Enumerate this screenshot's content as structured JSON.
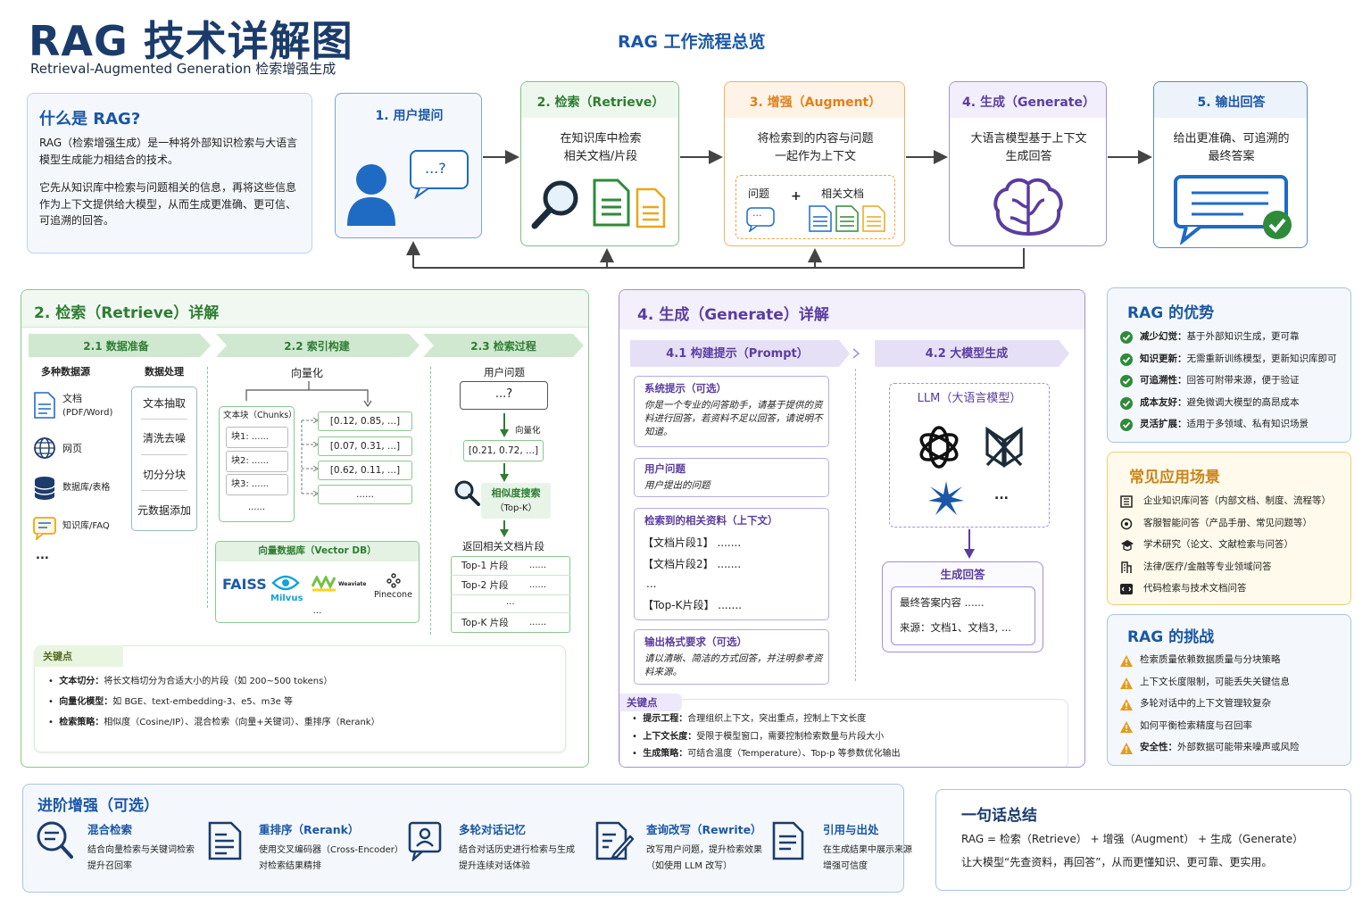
{
  "header": {
    "title": "RAG 技术详解图",
    "subtitle": "Retrieval-Augmented Generation 检索增强生成",
    "flow_title": "RAG 工作流程总览"
  },
  "what_is": {
    "title": "什么是 RAG?",
    "p1": "RAG（检索增强生成）是一种将外部知识检索与大语言模型生成能力相结合的技术。",
    "p2": "它先从知识库中检索与问题相关的信息，再将这些信息作为上下文提供给大模型，从而生成更准确、更可信、可追溯的回答。"
  },
  "flow": {
    "step1": {
      "title": "1. 用户提问",
      "bubble": "...?"
    },
    "step2": {
      "title": "2. 检索（Retrieve）",
      "desc1": "在知识库中检索",
      "desc2": "相关文档/片段"
    },
    "step3": {
      "title": "3. 增强（Augment）",
      "desc1": "将检索到的内容与问题",
      "desc2": "一起作为上下文",
      "q": "问题",
      "plus": "+",
      "docs": "相关文档",
      "bubble": "..."
    },
    "step4": {
      "title": "4. 生成（Generate）",
      "desc1": "大语言模型基于上下文",
      "desc2": "生成回答"
    },
    "step5": {
      "title": "5. 输出回答",
      "desc1": "给出更准确、可追溯的",
      "desc2": "最终答案"
    }
  },
  "retrieve": {
    "title": "2. 检索（Retrieve）详解",
    "tabs": [
      "2.1  数据准备",
      "2.2  索引构建",
      "2.3  检索过程"
    ],
    "sources_title": "多种数据源",
    "sources": [
      {
        "label": "文档",
        "sub": "(PDF/Word)"
      },
      {
        "label": "网页",
        "sub": ""
      },
      {
        "label": "数据库/表格",
        "sub": ""
      },
      {
        "label": "知识库/FAQ",
        "sub": ""
      }
    ],
    "sources_more": "...",
    "proc_title": "数据处理",
    "proc": [
      "文本抽取",
      "清洗去噪",
      "切分分块",
      "元数据添加"
    ],
    "vec_title": "向量化",
    "chunks_title": "文本块（Chunks）",
    "chunks": [
      "块1: ......",
      "块2: ......",
      "块3: ......"
    ],
    "chunks_more": "......",
    "vectors": [
      "[0.12, 0.85, ...]",
      "[0.07, 0.31, ...]",
      "[0.62, 0.11, ...]",
      "......"
    ],
    "vdb_title": "向量数据库（Vector DB）",
    "vdb": [
      "FAISS",
      "Milvus",
      "Weaviate",
      "Pinecone"
    ],
    "vdb_more": "...",
    "query_title": "用户问题",
    "query": "...?",
    "vectorize": "向量化",
    "qvec": "[0.21, 0.72, ...]",
    "sim1": "相似度搜索",
    "sim2": "（Top-K）",
    "ret_title": "返回相关文档片段",
    "ret": [
      {
        "k": "Top-1 片段",
        "v": "......"
      },
      {
        "k": "Top-2 片段",
        "v": "......"
      },
      {
        "k": "",
        "v": "..."
      },
      {
        "k": "Top-K 片段",
        "v": "......"
      }
    ],
    "key_title": "关键点",
    "keys": [
      {
        "k": "文本切分：",
        "v": "将长文档切分为合适大小的片段（如 200~500 tokens）"
      },
      {
        "k": "向量化模型：",
        "v": "如 BGE、text-embedding-3、e5、m3e 等"
      },
      {
        "k": "检索策略：",
        "v": "相似度（Cosine/IP）、混合检索（向量+关键词）、重排序（Rerank）"
      }
    ]
  },
  "generate": {
    "title": "4. 生成（Generate）详解",
    "tab1": "4.1  构建提示（Prompt）",
    "tab2": "4.2  大模型生成",
    "sys_title": "系统提示（可选）",
    "sys_text": "你是一个专业的问答助手，请基于提供的资料进行回答，若资料不足以回答，请说明不知道。",
    "user_title": "用户问题",
    "user_text": "用户提出的问题",
    "ctx_title": "检索到的相关资料（上下文）",
    "ctx": [
      "【文档片段1】 .......",
      "【文档片段2】 .......",
      "...",
      "【Top-K片段】 ......."
    ],
    "fmt_title": "输出格式要求（可选）",
    "fmt_text": "请以清晰、简洁的方式回答，并注明参考资料来源。",
    "llm_title": "LLM（大语言模型）",
    "llm_more": "...",
    "ans_title": "生成回答",
    "ans1": "最终答案内容 ......",
    "ans2": "来源：文档1、文档3, ...",
    "key_title": "关键点",
    "keys": [
      {
        "k": "提示工程：",
        "v": "合理组织上下文，突出重点，控制上下文长度"
      },
      {
        "k": "上下文长度：",
        "v": "受限于模型窗口，需要控制检索数量与片段大小"
      },
      {
        "k": "生成策略：",
        "v": "可结合温度（Temperature）、Top-p 等参数优化输出"
      }
    ]
  },
  "advantages": {
    "title": "RAG 的优势",
    "items": [
      {
        "k": "减少幻觉：",
        "v": "基于外部知识生成，更可靠"
      },
      {
        "k": "知识更新：",
        "v": "无需重新训练模型，更新知识库即可"
      },
      {
        "k": "可追溯性：",
        "v": "回答可附带来源，便于验证"
      },
      {
        "k": "成本友好：",
        "v": "避免微调大模型的高昂成本"
      },
      {
        "k": "灵活扩展：",
        "v": "适用于多领域、私有知识场景"
      }
    ]
  },
  "scenarios": {
    "title": "常见应用场景",
    "items": [
      "企业知识库问答（内部文档、制度、流程等）",
      "客服智能问答（产品手册、常见问题等）",
      "学术研究（论文、文献检索与问答）",
      "法律/医疗/金融等专业领域问答",
      "代码检索与技术文档问答"
    ]
  },
  "challenges": {
    "title": "RAG 的挑战",
    "items": [
      {
        "k": "",
        "v": "检索质量依赖数据质量与分块策略"
      },
      {
        "k": "",
        "v": "上下文长度限制，可能丢失关键信息"
      },
      {
        "k": "",
        "v": "多轮对话中的上下文管理较复杂"
      },
      {
        "k": "",
        "v": "如何平衡检索精度与召回率"
      },
      {
        "k": "安全性：",
        "v": "外部数据可能带来噪声或风险"
      }
    ]
  },
  "advanced": {
    "title": "进阶增强（可选）",
    "items": [
      {
        "t": "混合检索",
        "d1": "结合向量检索与关键词检索",
        "d2": "提升召回率"
      },
      {
        "t": "重排序（Rerank）",
        "d1": "使用交叉编码器（Cross-Encoder）",
        "d2": "对检索结果精排"
      },
      {
        "t": "多轮对话记忆",
        "d1": "结合对话历史进行检索与生成",
        "d2": "提升连续对话体验"
      },
      {
        "t": "查询改写（Rewrite）",
        "d1": "改写用户问题，提升检索效果",
        "d2": "（如使用 LLM 改写）"
      },
      {
        "t": "引用与出处",
        "d1": "在生成结果中展示来源",
        "d2": "增强可信度"
      }
    ]
  },
  "summary": {
    "title": "一句话总结",
    "line1": "RAG = 检索（Retrieve） + 增强（Augment） + 生成（Generate）",
    "line2": "让大模型“先查资料，再回答”，从而更懂知识、更可靠、更实用。"
  },
  "colors": {
    "blue": "#1a57a6",
    "green": "#2e7d32",
    "orange": "#e0801a",
    "purple": "#5a3d9e",
    "check": "#2e8b3a",
    "warn": "#e89a1a"
  }
}
